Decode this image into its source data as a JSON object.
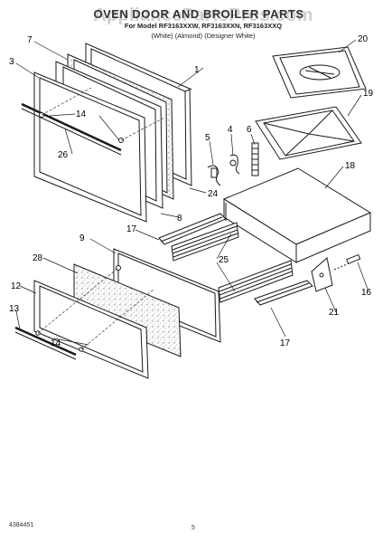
{
  "header": {
    "title": "OVEN DOOR AND BROILER PARTS",
    "subtitle": "For Model RF3163XXW, RF3163XXN, RF3163XXQ",
    "finish_note": "(White)   (Almond)   (Designer White)",
    "watermark": "AppliancePartsPros.com"
  },
  "callouts": [
    "1",
    "3",
    "4",
    "5",
    "6",
    "7",
    "8",
    "9",
    "12",
    "13",
    "14",
    "14",
    "16",
    "17",
    "17",
    "18",
    "19",
    "20",
    "21",
    "24",
    "25",
    "25",
    "26",
    "28"
  ],
  "footer": {
    "doc_number": "4384451",
    "page_number": "5"
  },
  "colors": {
    "line": "#1a1a1a",
    "speckle": "#6f6f6f",
    "watermark": "#8a8a8a"
  }
}
